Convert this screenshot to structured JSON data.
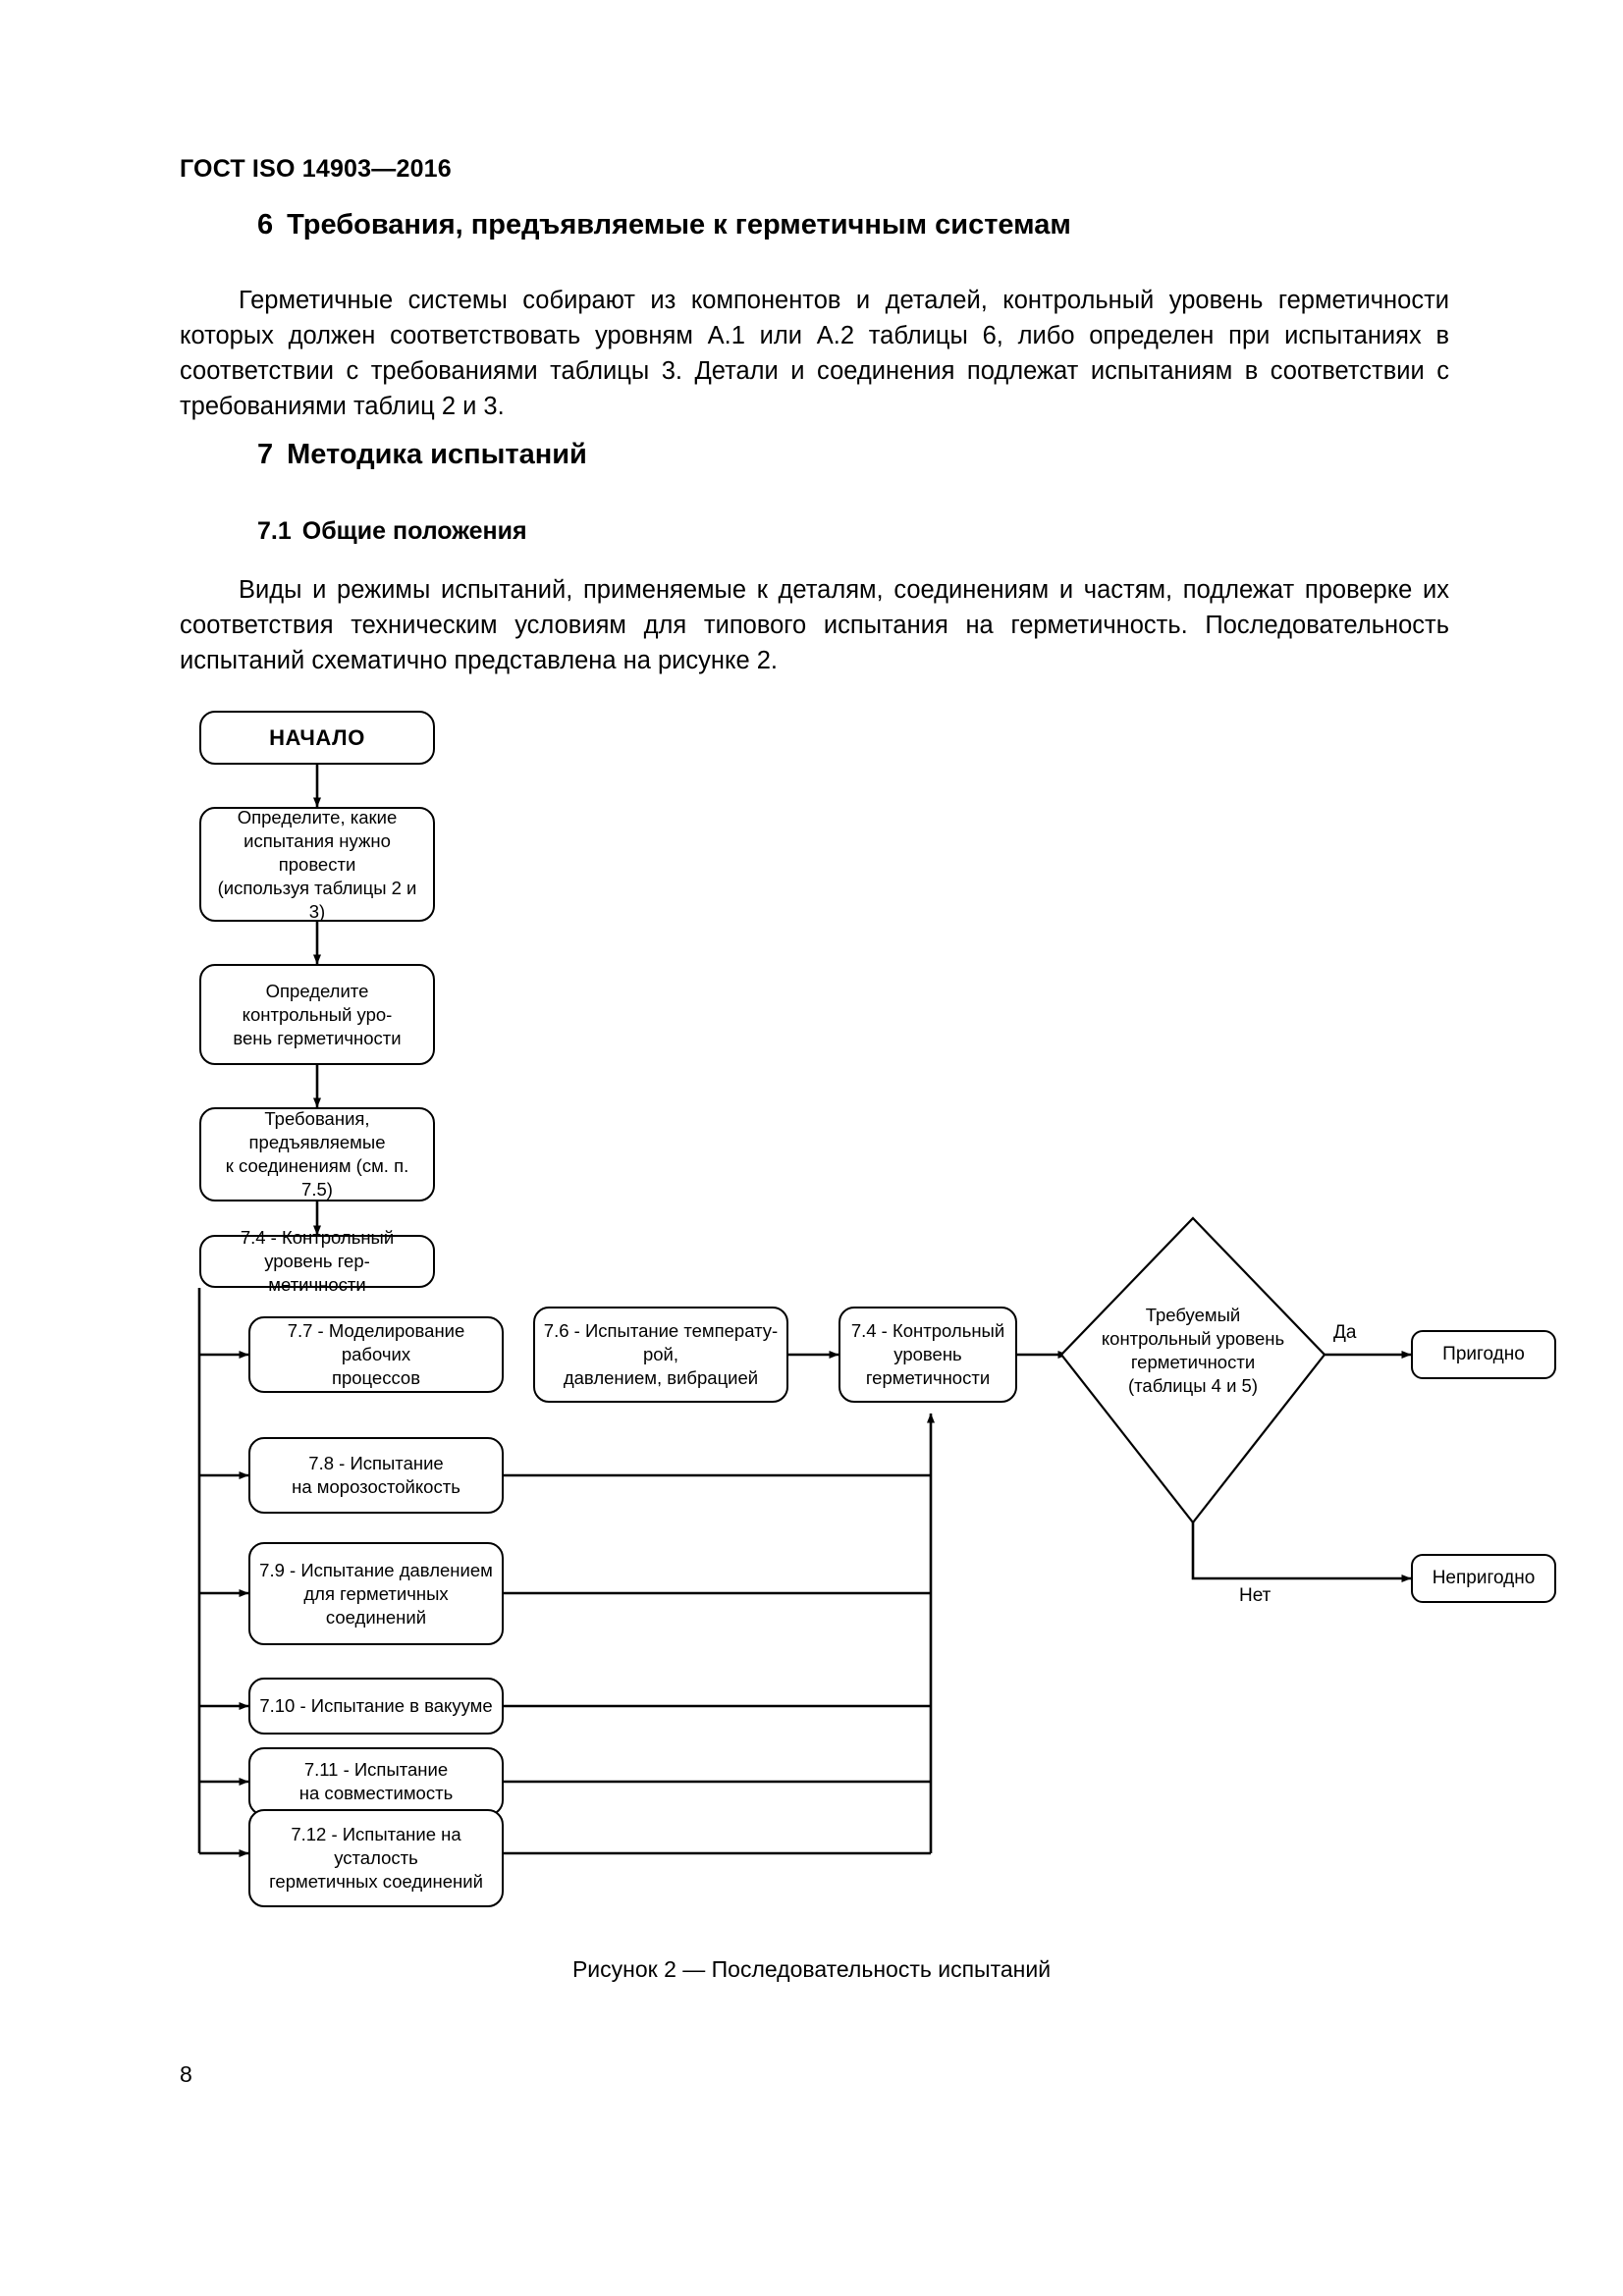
{
  "document": {
    "running_head": "ГОСТ ISO 14903—2016",
    "page_number": "8"
  },
  "sections": [
    {
      "number": "6",
      "title": "Требования, предъявляемые к герметичным системам",
      "body": "Герметичные системы собирают из компонентов и деталей, контрольный уровень герметичности которых должен соответствовать уровням А.1 или А.2 таблицы 6, либо определен при испытаниях в соответствии с требованиями таблицы 3. Детали и соединения подлежат испытаниям в соответствии с требованиями таблиц 2 и 3."
    },
    {
      "number": "7",
      "title": "Методика испытаний"
    },
    {
      "number": "7.1",
      "title": "Общие положения",
      "body": "Виды и режимы испытаний, применяемые к деталям, соединениям и частям, подлежат проверке их соответствия техническим условиям для типового испытания на герметичность. Последовательность испытаний схематично представлена на рисунке 2."
    }
  ],
  "figure": {
    "caption": "Рисунок 2 — Последовательность испытаний",
    "nodes": {
      "start": "НАЧАЛО",
      "determine_tests": "Определите, какие\nиспытания нужно провести\n(используя таблицы 2 и 3)",
      "determine_level": "Определите контрольный уро-\nвень герметичности",
      "joint_requirements": "Требования, предъявляемые\nк соединениям (см. п. 7.5)",
      "level_74_left": "7.4 - Контрольный уровень гер-\nметичности",
      "test_77": "7.7 - Моделирование рабочих\nпроцессов",
      "test_78": "7.8 - Испытание\nна морозостойкость",
      "test_79": "7.9 - Испытание давлением\nдля герметичных соединений",
      "test_710": "7.10 - Испытание в вакууме",
      "test_711": "7.11 - Испытание\nна совместимость",
      "test_712": "7.12 - Испытание на усталость\nгерметичных соединений",
      "test_76": "7.6 - Испытание температу-\nрой,\nдавлением, вибрацией",
      "level_74_right": "7.4 - Контрольный\nуровень\nгерметичности",
      "decision": "Требуемый\nконтрольный уровень\nгерметичности\n(таблицы 4 и 5)",
      "result_pass": "Пригодно",
      "result_fail": "Непригодно"
    },
    "edge_labels": {
      "yes": "Да",
      "no": "Нет"
    }
  },
  "colors": {
    "ink": "#000000",
    "paper": "#ffffff"
  }
}
